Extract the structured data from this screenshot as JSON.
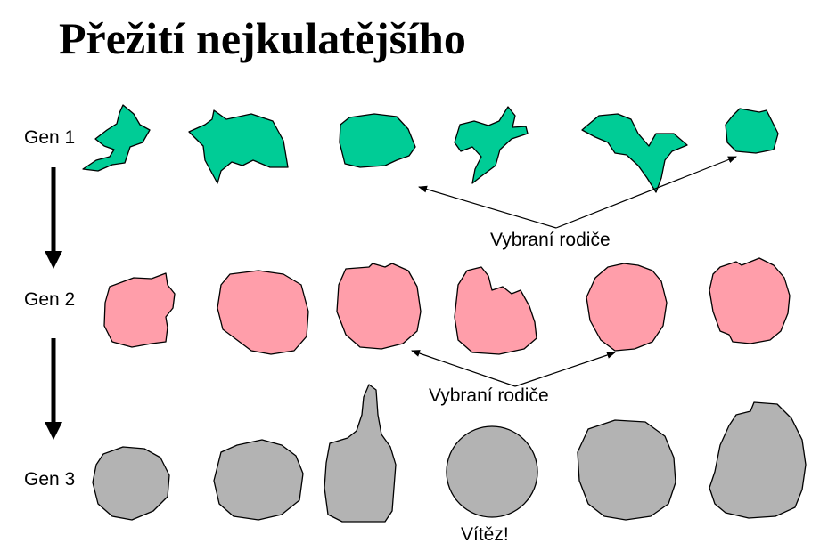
{
  "title": "Přežití nejkulatějšího",
  "generations": [
    {
      "label": "Gen 1"
    },
    {
      "label": "Gen 2"
    },
    {
      "label": "Gen 3"
    }
  ],
  "captions": {
    "parents_1": "Vybraní rodiče",
    "parents_2": "Vybraní rodiče",
    "winner": "Vítěz!"
  },
  "colors": {
    "gen1_fill": "#00CC96",
    "gen2_fill": "#FF9EAA",
    "gen3_fill": "#B3B3B3",
    "outline": "#000000"
  }
}
